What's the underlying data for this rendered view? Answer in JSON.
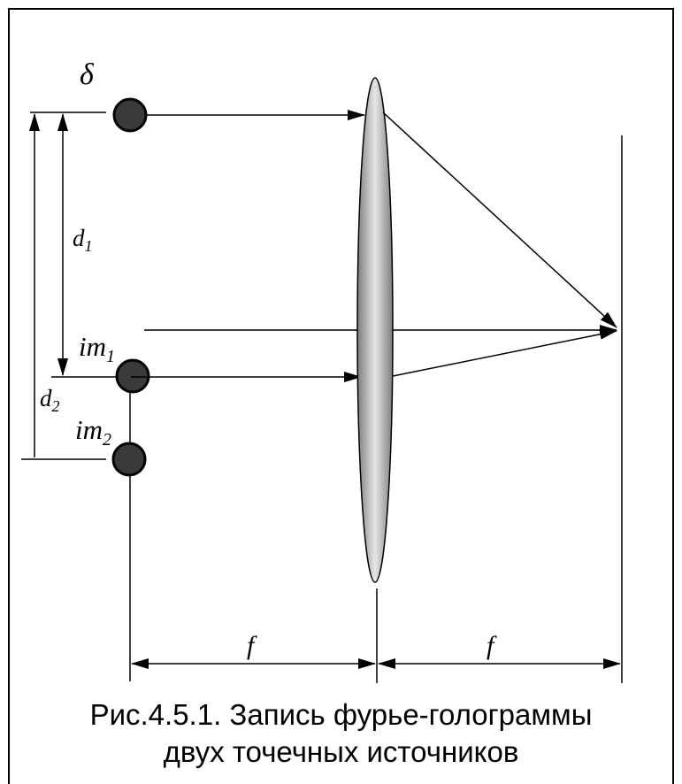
{
  "labels": {
    "delta": "δ",
    "d1_base": "d",
    "d1_sub": "1",
    "d2_base": "d",
    "d2_sub": "2",
    "im1_base": "im",
    "im1_sub": "1",
    "im2_base": "im",
    "im2_sub": "2",
    "f_left": "f",
    "f_right": "f"
  },
  "caption": {
    "line1": "Рис.4.5.1. Запись фурье-голограммы",
    "line2": "двух точечных источников"
  },
  "colors": {
    "line": "#000000",
    "source_fill": "#3a3a3a",
    "lens_edge": "#7d7d7d",
    "lens_center": "#e6e6e6"
  }
}
